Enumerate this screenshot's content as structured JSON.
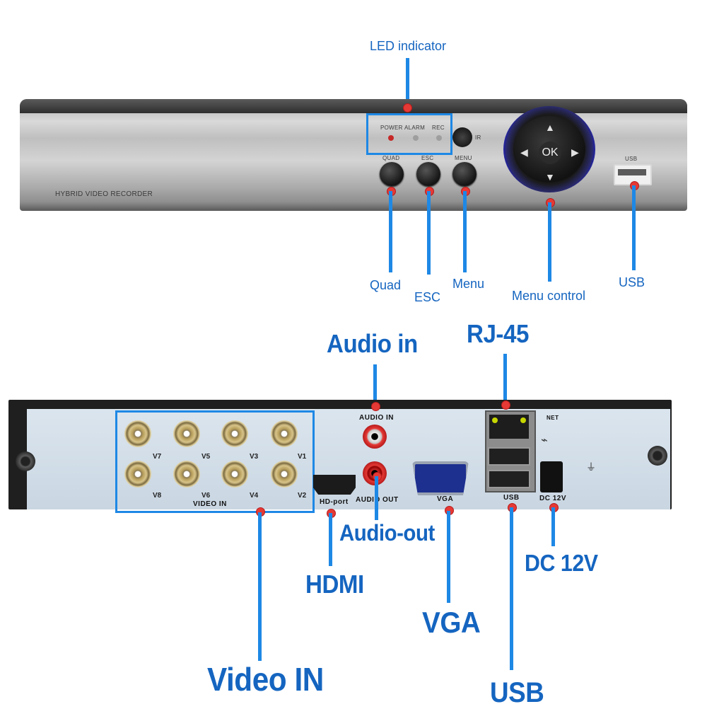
{
  "front": {
    "callouts": {
      "led_indicator": "LED indicator",
      "quad": "Quad",
      "esc": "ESC",
      "menu": "Menu",
      "menu_control": "Menu control",
      "usb": "USB"
    },
    "panel": {
      "brand": "HYBRID VIDEO RECORDER",
      "led_power": "POWER",
      "led_alarm": "ALARM",
      "led_rec": "REC",
      "ir": "IR",
      "btn_quad": "QUAD",
      "btn_esc": "ESC",
      "btn_menu": "MENU",
      "ok": "OK",
      "usb": "USB"
    }
  },
  "back": {
    "callouts": {
      "audio_in": "Audio in",
      "rj45": "RJ-45",
      "audio_out": "Audio-out",
      "hdmi": "HDMI",
      "vga": "VGA",
      "dc12v": "DC 12V",
      "video_in": "Video IN",
      "usb": "USB"
    },
    "panel": {
      "video_in": "VIDEO IN",
      "bnc_top": [
        "V7",
        "V5",
        "V3",
        "V1"
      ],
      "bnc_bottom": [
        "V8",
        "V6",
        "V4",
        "V2"
      ],
      "audio_in": "AUDIO IN",
      "audio_out": "AUDIO OUT",
      "hd_port": "HD-port",
      "vga": "VGA",
      "net": "NET",
      "usb": "USB",
      "dc12v": "DC 12V"
    }
  },
  "colors": {
    "callout": "#1565c0",
    "line": "#1e88e5",
    "dot": "#e53935"
  }
}
